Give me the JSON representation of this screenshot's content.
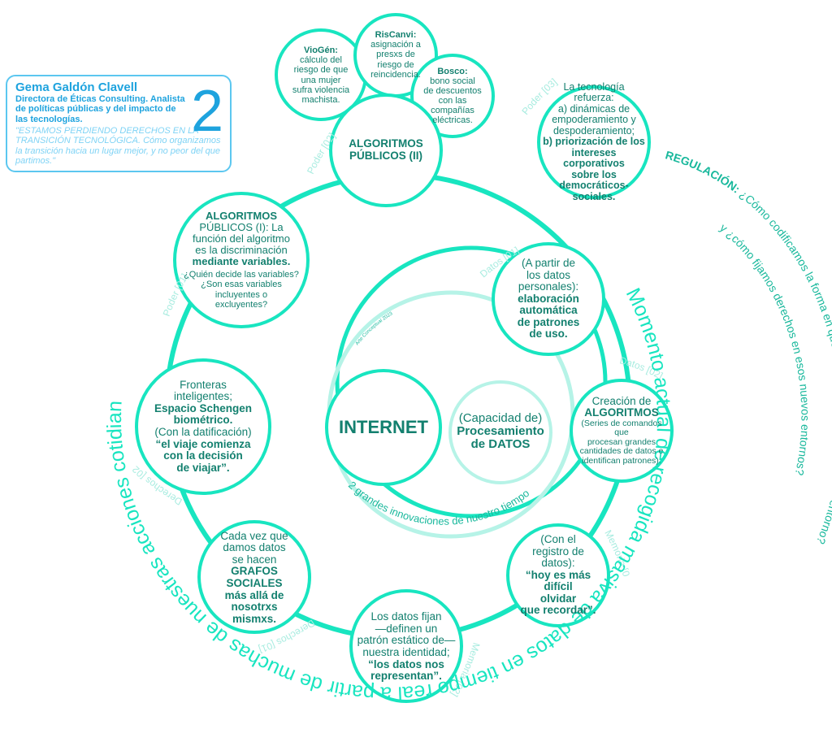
{
  "header": {
    "name": "Gema Galdón Clavell",
    "role": [
      "Directora de Éticas Consulting.",
      "Analista de políticas públicas y del impacto",
      "de las tecnologías."
    ],
    "quote": [
      "\"ESTAMOS PERDIENDO DERECHOS EN LA",
      "TRANSICIÓN TECNOLÓGICA.",
      "Cómo organizamos la transición hacia",
      "un lugar mejor, y no peor del que partimos.\""
    ],
    "number": "2"
  },
  "core": {
    "internet": "INTERNET",
    "processing": [
      "(Capacidad de)",
      "Procesamiento",
      "de DATOS"
    ],
    "arc_caption": "2 grandes innovaciones de nuestro tiempo",
    "tiny_label": "Arte Conceptual 2023"
  },
  "nodes": {
    "viogen": [
      "VioGén:",
      "cálculo del",
      "riesgo de que",
      "una mujer",
      "sufra violencia",
      "machista."
    ],
    "riscanvi": [
      "RisCanvi:",
      "asignación a",
      "presxs de",
      "riesgo de",
      "reincidencia."
    ],
    "bosco": [
      "Bosco:",
      "bono social",
      "de descuentos",
      "con las",
      "compañías",
      "eléctricas."
    ],
    "algoritmos_publicos_2": [
      "ALGORITMOS",
      "PÚBLICOS (II)"
    ],
    "tecnologia_refuerza": [
      "La tecnología",
      "refuerza:",
      "a) dinámicas de",
      "empoderamiento y",
      "despoderamiento;",
      "b) priorización de los",
      "intereses corporativos",
      "sobre los",
      "democráticos-",
      "sociales."
    ],
    "algoritmos_publicos_1": [
      "ALGORITMOS",
      "PÚBLICOS (I): La",
      "función del algoritmo",
      "es la discriminación",
      "mediante variables."
    ],
    "algoritmos_publicos_1_q": [
      "¿Quién decide las variables?",
      "¿Son esas variables",
      "incluyentes o",
      "excluyentes?"
    ],
    "datos_personales": [
      "(A partir de",
      "los datos",
      "personales):",
      "elaboración",
      "automática",
      "de patrones",
      "de uso."
    ],
    "creacion_algoritmos": [
      "Creación de",
      "ALGORITMOS"
    ],
    "creacion_algoritmos_detail": [
      "(Series de comandos que",
      "procesan grandes",
      "cantidades de datos e",
      "identifican patrones)."
    ],
    "fronteras": [
      "Fronteras",
      "inteligentes;",
      "Espacio Schengen",
      "biométrico.",
      "(Con la datificación)",
      "“el viaje comienza",
      "con la decisión",
      "de viajar”."
    ],
    "registro_datos": [
      "(Con el",
      "registro de",
      "datos):",
      "“hoy es más difícil",
      "olvidar",
      "que recordar”."
    ],
    "grafos_sociales": [
      "Cada vez que",
      "damos datos",
      "se hacen",
      "GRAFOS SOCIALES",
      "más allá de",
      "nosotrxs",
      "mismxs."
    ],
    "datos_fijan": [
      "Los datos fijan",
      "—definen un",
      "patrón estático de—",
      "nuestra identidad;",
      "“los datos nos",
      "representan”."
    ]
  },
  "labels": {
    "poder_01": "Poder [01]",
    "poder_02": "Poder [02]",
    "poder_03": "Poder [03]",
    "datos_01": "Datos [01]",
    "datos_02": "Datos [02]",
    "memoria_01": "Memoria [01]",
    "memoria_02": "Memoria [02]",
    "derechos_01": "Derechos [01]",
    "derechos_02": "Derechos [02]"
  },
  "spiral": {
    "momento": "Momento actual de recogida masiva de datos en tiempo real a partir de muchas de nuestras acciones cotidianas.",
    "regulacion_label": "REGULACIÓN:",
    "regulacion_text": " ¿Cómo codificamos la forma en que la tecnología cambia nuestro entorno?",
    "regulacion_text2": "y ¿cómo fijamos derechos en esos nuevos entornos?"
  },
  "colors": {
    "teal": "#18e5c0",
    "teal_light": "#b6f3e7",
    "text_dark": "#13806f",
    "label_light": "#a8ece0",
    "blue": "#1ea3de",
    "blue_light": "#7fd3f5"
  }
}
